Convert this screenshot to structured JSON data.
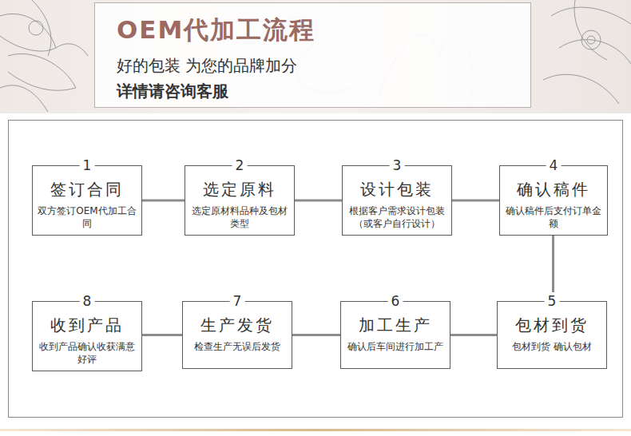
{
  "diagram": {
    "title": "OEM代加工流程",
    "nodes": [
      {
        "text": [
          "1",
          "签订合同",
          "双方签订OEM代加工合同"
        ]
      },
      {
        "text": [
          "2",
          "选定原料",
          "选定原材料品种及包材类型"
        ]
      },
      {
        "text": [
          "3",
          "设计包装",
          "根据客户需求设计包装（或客户自行设计）"
        ]
      },
      {
        "text": [
          "4",
          "确认稿件",
          "确认稿件后支付订单金额"
        ]
      },
      {
        "text": [
          "5",
          "包材到货",
          "包材到货 确认包材"
        ]
      },
      {
        "text": [
          "6",
          "加工生产",
          "确认后车间进行加工产"
        ]
      },
      {
        "text": [
          "7",
          "生产发货",
          "检查生产无误后发货"
        ]
      },
      {
        "text": [
          "8",
          "收到产品",
          "收到产品确认收获满意好评"
        ]
      }
    ],
    "edges": [
      {
        "from": 0,
        "to": 1,
        "arrow": "none"
      },
      {
        "from": 1,
        "to": 2,
        "arrow": "none"
      },
      {
        "from": 2,
        "to": 3,
        "arrow": "none"
      },
      {
        "from": 3,
        "to": 4,
        "arrow": "none"
      },
      {
        "from": 4,
        "to": 5,
        "arrow": "none"
      },
      {
        "from": 5,
        "to": 6,
        "arrow": "none"
      },
      {
        "from": 6,
        "to": 7,
        "arrow": "none"
      }
    ],
    "labels": [
      "好的包装 为您的品牌加分",
      "详情请咨询客服"
    ]
  }
}
